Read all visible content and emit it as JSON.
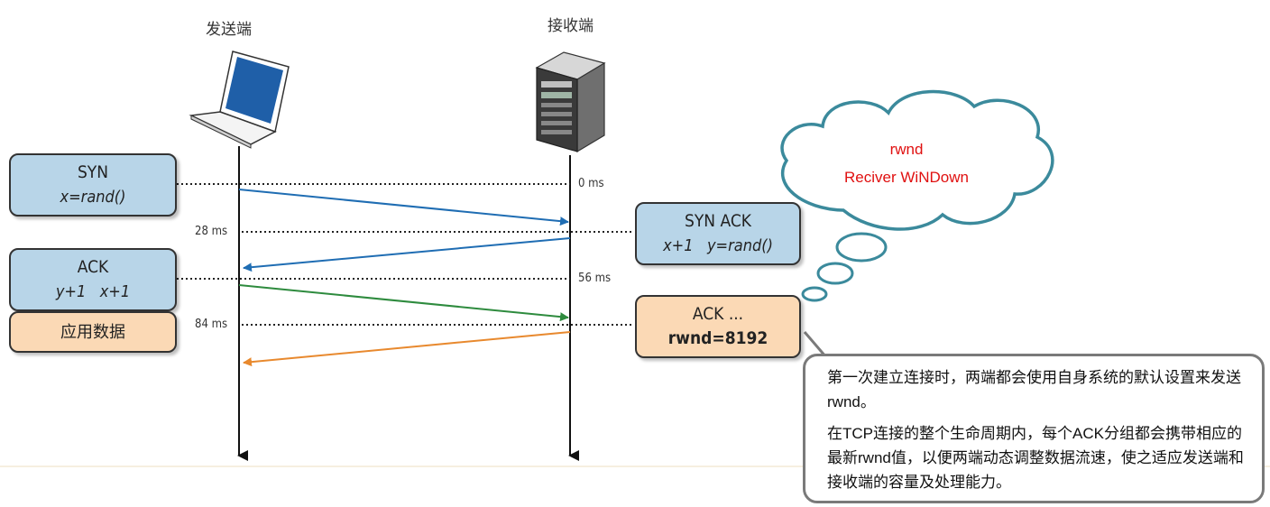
{
  "roles": {
    "sender": "发送端",
    "receiver": "接收端"
  },
  "time_labels": [
    "0 ms",
    "28 ms",
    "56 ms",
    "84 ms"
  ],
  "boxes": {
    "syn": {
      "line1": "SYN",
      "line2": "x=rand()"
    },
    "syn_ack": {
      "line1": "SYN ACK",
      "line2": "x+1   y=rand()"
    },
    "ack": {
      "line1": "ACK",
      "line2": "y+1   x+1"
    },
    "app_data": {
      "line1": "应用数据"
    },
    "ack_rwnd": {
      "line1": "ACK ...",
      "line2": "rwnd=8192"
    }
  },
  "cloud": {
    "line1": "rwnd",
    "line2": "Reciver WiNDown"
  },
  "callout": {
    "para1": "第一次建立连接时，两端都会使用自身系统的默认设置来发送rwnd。",
    "para2": "在TCP连接的整个生命周期内，每个ACK分组都会携带相应的最新rwnd值，以便两端动态调整数据流速，使之适应发送端和接收端的容量及处理能力。"
  },
  "colors": {
    "syn_arrow": "#1f6db3",
    "ack_arrow": "#2e8b3e",
    "rwnd_arrow": "#e8892e",
    "cloud_border": "#3b8a9c",
    "cloud_text": "#e01010"
  }
}
